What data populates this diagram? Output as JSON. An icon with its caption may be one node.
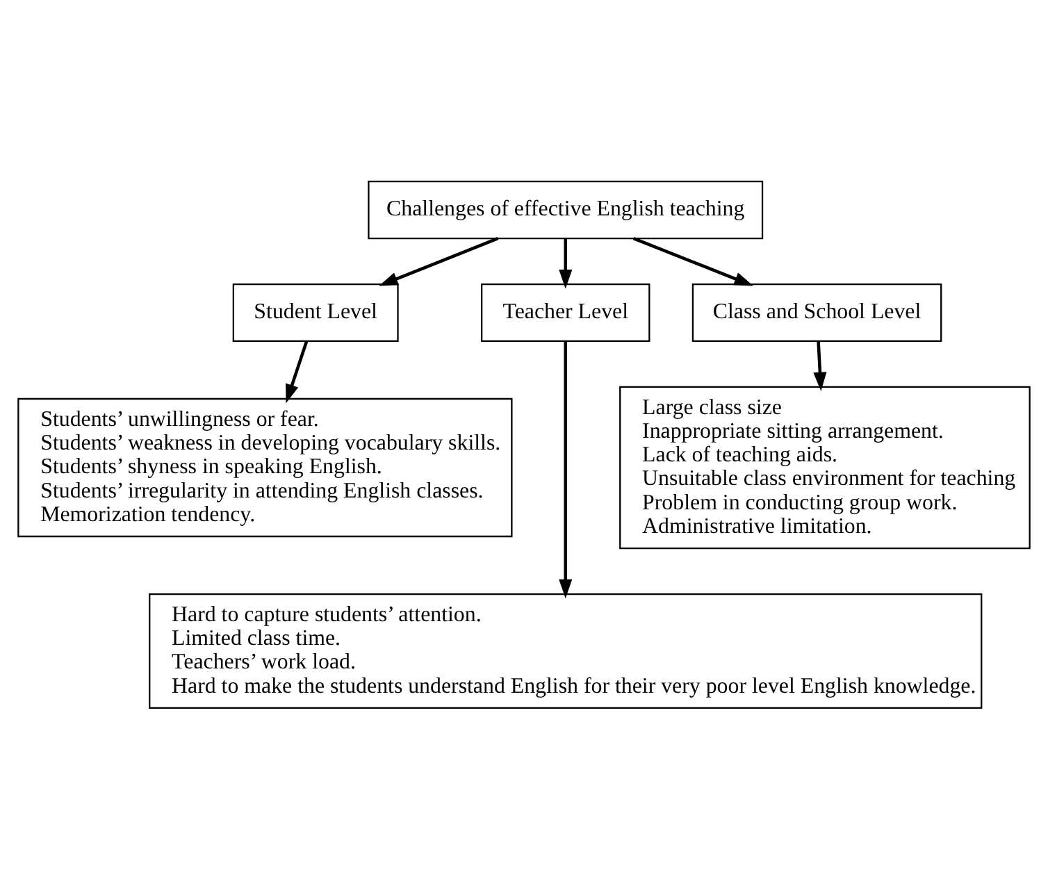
{
  "diagram": {
    "nodes": [
      {
        "text": [
          "Challenges of effective English teaching"
        ]
      },
      {
        "text": [
          "Student Level"
        ]
      },
      {
        "text": [
          "Teacher Level"
        ]
      },
      {
        "text": [
          "Class and School Level"
        ]
      },
      {
        "text": [
          "Students’ unwillingness or fear.",
          "Students’ weakness in developing vocabulary skills.",
          "Students’ shyness in speaking English.",
          "Students’ irregularity in attending English classes.",
          "Memorization tendency."
        ]
      },
      {
        "text": [
          "Large class size",
          "Inappropriate sitting arrangement.",
          "Lack of teaching aids.",
          "Unsuitable class environment for teaching",
          "Problem in conducting group work.",
          "Administrative limitation."
        ]
      },
      {
        "text": [
          "Hard to capture students’ attention.",
          "Limited class time.",
          "Teachers’ work load.",
          "Hard to make the students understand English for their very poor level English knowledge."
        ]
      }
    ],
    "edges": [
      {
        "from": 0,
        "to": 1,
        "arrow": "to"
      },
      {
        "from": 0,
        "to": 2,
        "arrow": "to"
      },
      {
        "from": 0,
        "to": 3,
        "arrow": "to"
      },
      {
        "from": 1,
        "to": 4,
        "arrow": "to"
      },
      {
        "from": 2,
        "to": 6,
        "arrow": "to"
      },
      {
        "from": 3,
        "to": 5,
        "arrow": "to"
      }
    ]
  }
}
